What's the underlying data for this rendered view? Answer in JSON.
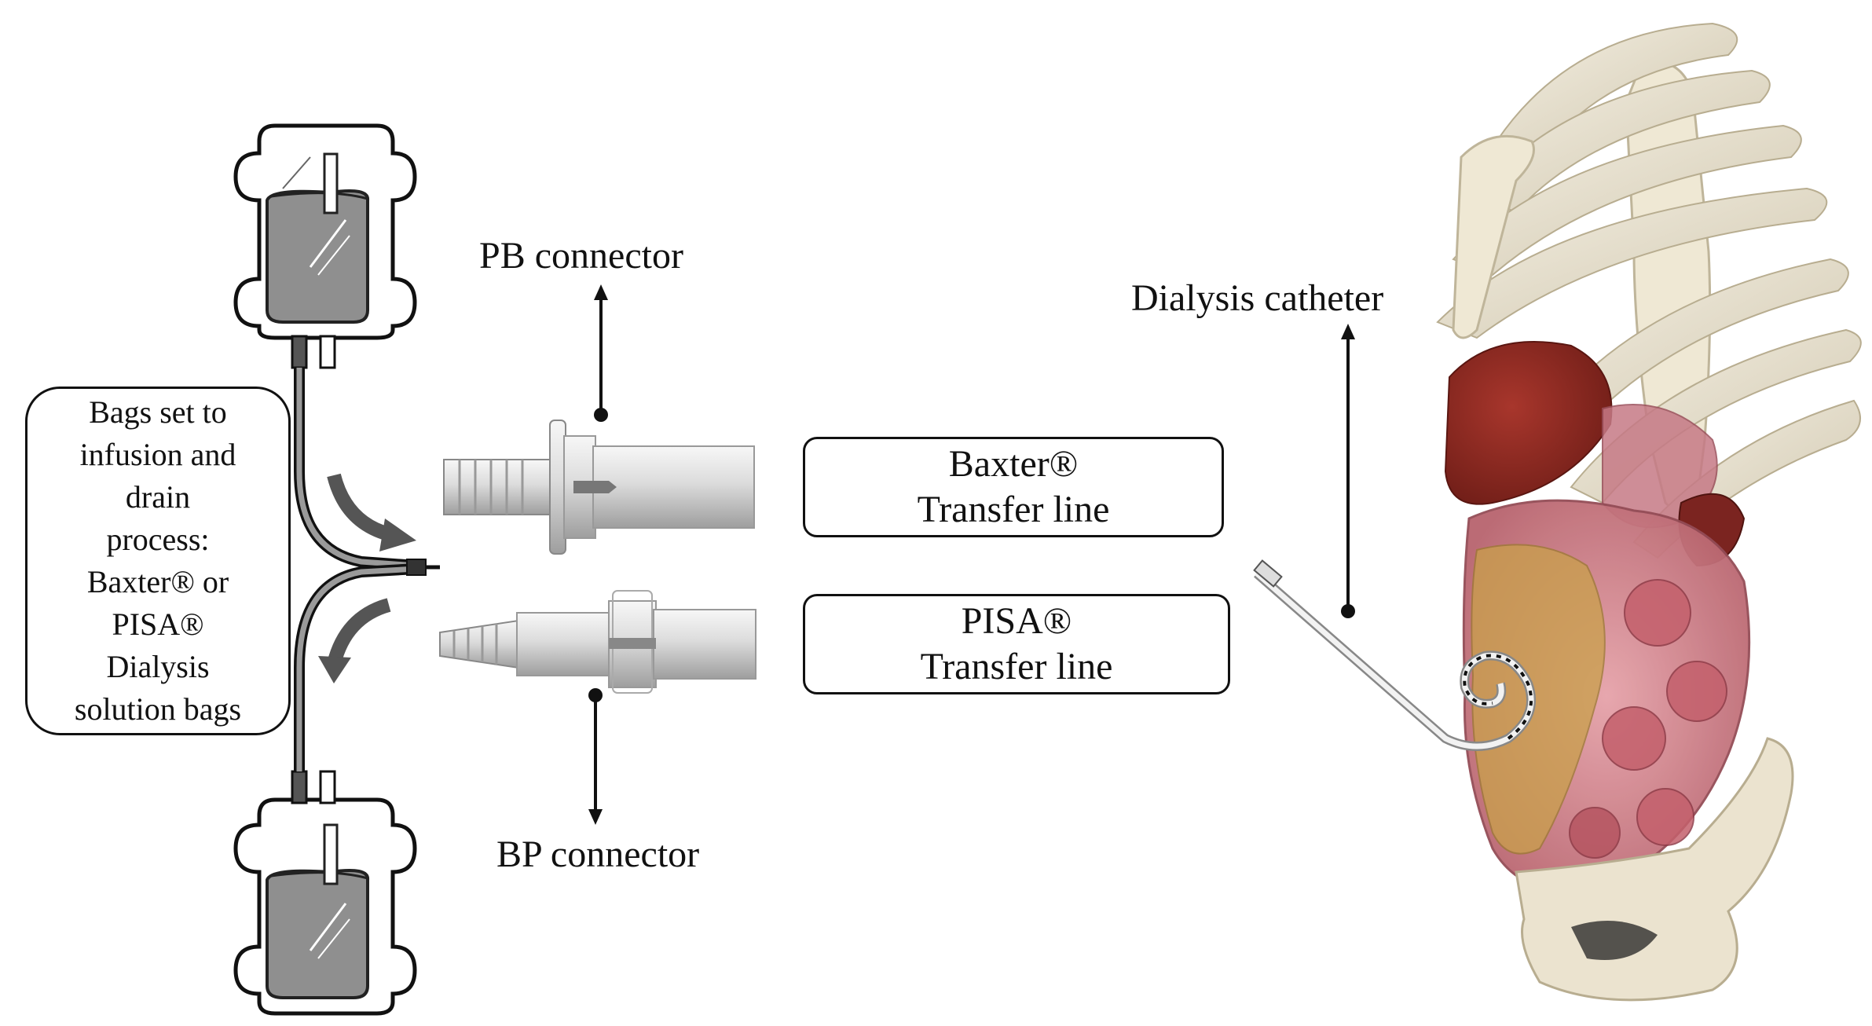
{
  "labels": {
    "bags_lines": [
      "Bags set to",
      "infusion and",
      "drain",
      "process:",
      "Baxter® or",
      "PISA®",
      "Dialysis",
      "solution bags"
    ],
    "pb_connector": "PB connector",
    "bp_connector": "BP connector",
    "baxter_line": [
      "Baxter®",
      "Transfer line"
    ],
    "pisa_line": [
      "PISA®",
      "Transfer line"
    ],
    "dialysis_catheter": "Dialysis catheter"
  },
  "colors": {
    "line": "#111111",
    "bag_fluid": "#8f8f8f",
    "connector_light": "#e4e4e4",
    "connector_dark": "#a8a8a8",
    "bone": "#e8e0cc",
    "liver": "#8e2a22",
    "intestine": "#d4828c",
    "omentum": "#c9a04a"
  }
}
